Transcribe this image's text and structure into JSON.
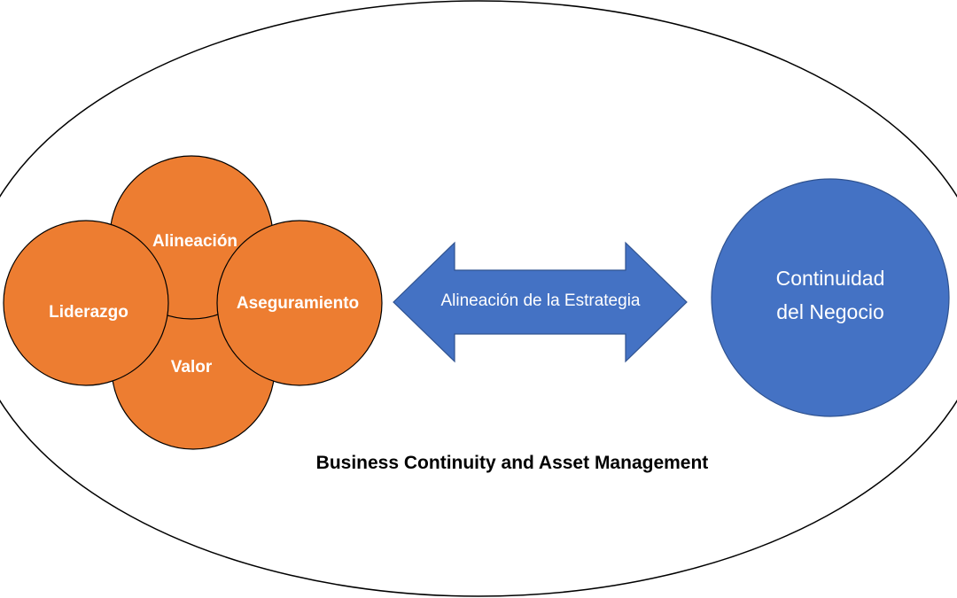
{
  "diagram": {
    "caption": "Business Continuity and Asset Management",
    "circles": {
      "alineacion": "Alineación",
      "liderazgo": "Liderazgo",
      "aseguramiento": "Aseguramiento",
      "valor": "Valor"
    },
    "arrow_label": "Alineación de la Estrategia",
    "continuity": {
      "line1": "Continuidad",
      "line2": "del Negocio"
    }
  },
  "colors": {
    "orange": "#ED7D31",
    "blue": "#4472C4",
    "outline_orange": "#000000",
    "outline_blue": "#2F528F",
    "ellipse_stroke": "#000000"
  }
}
